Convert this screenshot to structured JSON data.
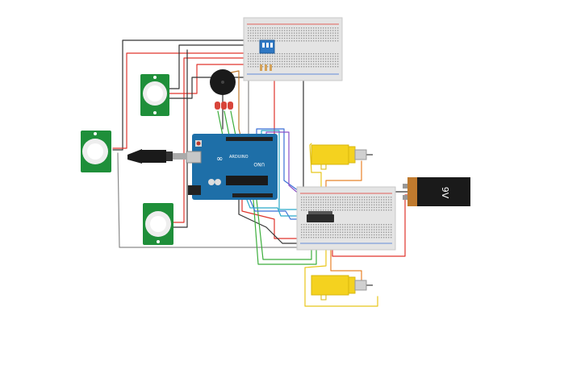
{
  "diagram": {
    "arduino": {
      "logo": "∞",
      "brand": "ARDUINO",
      "model": "UNO"
    },
    "battery": {
      "label": "9V"
    },
    "colors": {
      "arduino_board": "#1e6fa8",
      "breadboard": "#e4e4e4",
      "pir_board": "#1f8f3a",
      "motor_body": "#f4d21f",
      "battery_body": "#1a1a1a",
      "battery_cap": "#c07a2e",
      "dip_switch": "#2f78c4",
      "led": "#d8453a",
      "wire_red": "#e0342c",
      "wire_black": "#333333",
      "wire_green": "#3cae3c",
      "wire_blue": "#3b6fd6",
      "wire_yellow": "#e8c61a",
      "wire_orange": "#e8832a",
      "wire_gray": "#8a8a8a",
      "wire_purple": "#8a4fc7",
      "wire_cyan": "#2aa9c9"
    },
    "components": [
      {
        "name": "pir-sensor-top",
        "type": "PIR motion sensor"
      },
      {
        "name": "pir-sensor-left",
        "type": "PIR motion sensor"
      },
      {
        "name": "pir-sensor-bottom",
        "type": "PIR motion sensor"
      },
      {
        "name": "piezo-buzzer",
        "type": "Buzzer"
      },
      {
        "name": "led-row",
        "type": "LEDs",
        "count": 3
      },
      {
        "name": "dip-switch",
        "type": "DIP switch"
      },
      {
        "name": "motor-top",
        "type": "DC gear motor"
      },
      {
        "name": "motor-bottom",
        "type": "DC gear motor"
      },
      {
        "name": "motor-driver-ic",
        "type": "Motor driver IC"
      },
      {
        "name": "battery-9v",
        "type": "9V battery"
      },
      {
        "name": "usb-cable",
        "type": "USB cable"
      },
      {
        "name": "breadboard-top",
        "type": "Breadboard"
      },
      {
        "name": "breadboard-right",
        "type": "Breadboard"
      }
    ]
  }
}
